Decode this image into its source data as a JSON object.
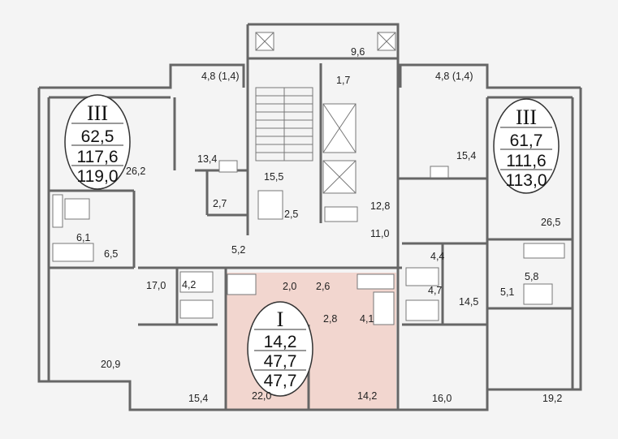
{
  "colors": {
    "highlight": "#f2d6cf",
    "wall": "#666666",
    "background": "#f4f4f4"
  },
  "apartments": {
    "left": {
      "type": "III",
      "living": "62,5",
      "total": "117,6",
      "total_with_balcony": "119,0"
    },
    "right": {
      "type": "III",
      "living": "61,7",
      "total": "111,6",
      "total_with_balcony": "113,0"
    },
    "center": {
      "type": "I",
      "living": "14,2",
      "total": "47,7",
      "total_with_balcony": "47,7"
    }
  },
  "rooms": {
    "top_stair_room": "9,6",
    "elevator_hall_top": "1,7",
    "stair": "15,5",
    "stair_small": "2,5",
    "corridor_center_right": "12,8",
    "corridor_lower": "11,0",
    "vestibule": "5,2",
    "left_balcony": "4,8 (1,4)",
    "right_balcony": "4,8 (1,4)",
    "left_kitchen": "13,4",
    "left_hall": "26,2",
    "left_wc": "2,7",
    "left_bath": "6,1",
    "left_storage": "6,5",
    "left_room_17": "17,0",
    "left_bath2": "4,2",
    "left_bedroom": "20,9",
    "left_bottom_room": "15,4",
    "center_kitchen": "2,0",
    "center_wc": "2,6",
    "center_hall": "2,8",
    "center_bath": "4,1",
    "center_room": "22,0",
    "center_bedroom": "14,2",
    "right_kitchen": "15,4",
    "right_hall": "26,5",
    "right_storage": "4,4",
    "right_bath": "4,7",
    "right_corridor": "14,5",
    "right_bath2": "5,8",
    "right_wc": "5,1",
    "right_bottom_center": "16,0",
    "right_bottom_room": "19,2"
  }
}
